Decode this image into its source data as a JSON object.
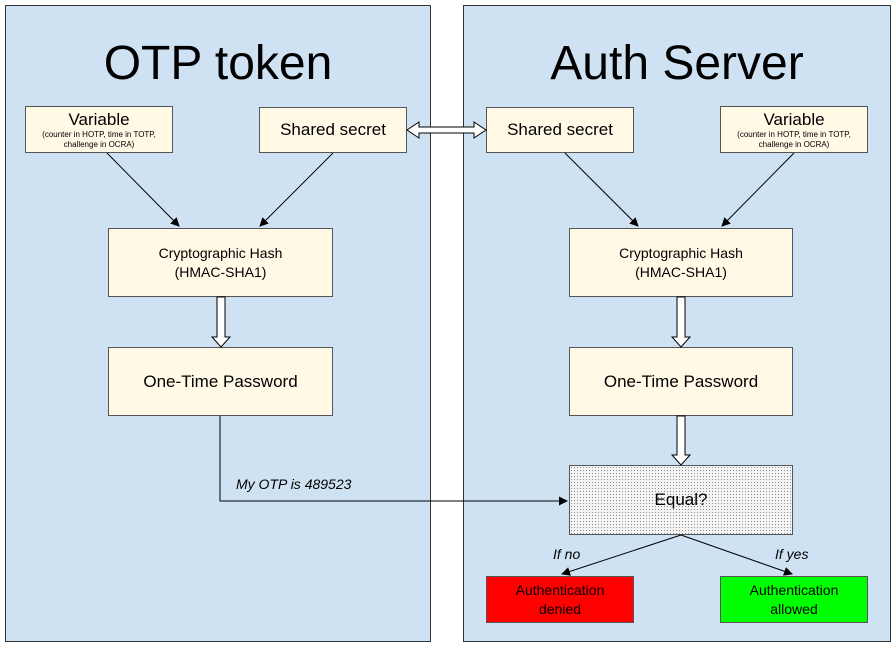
{
  "left_panel": {
    "title": "OTP token",
    "variable": {
      "title": "Variable",
      "note": "(counter in HOTP, time in TOTP, challenge in OCRA)"
    },
    "shared_secret": "Shared secret",
    "hash": {
      "line1": "Cryptographic Hash",
      "line2": "(HMAC-SHA1)"
    },
    "otp": "One-Time Password"
  },
  "right_panel": {
    "title": "Auth Server",
    "variable": {
      "title": "Variable",
      "note": "(counter in HOTP, time in TOTP, challenge in OCRA)"
    },
    "shared_secret": "Shared secret",
    "hash": {
      "line1": "Cryptographic Hash",
      "line2": "(HMAC-SHA1)"
    },
    "otp": "One-Time Password",
    "equal": "Equal?",
    "if_no": "If no",
    "if_yes": "If yes",
    "denied": {
      "line1": "Authentication",
      "line2": "denied"
    },
    "allowed": {
      "line1": "Authentication",
      "line2": "allowed"
    }
  },
  "message": "My OTP is 489523",
  "colors": {
    "panel_bg": "#cfe2f3",
    "box_bg": "#fff9e6",
    "denied_bg": "#ff0000",
    "allowed_bg": "#00ff00"
  }
}
